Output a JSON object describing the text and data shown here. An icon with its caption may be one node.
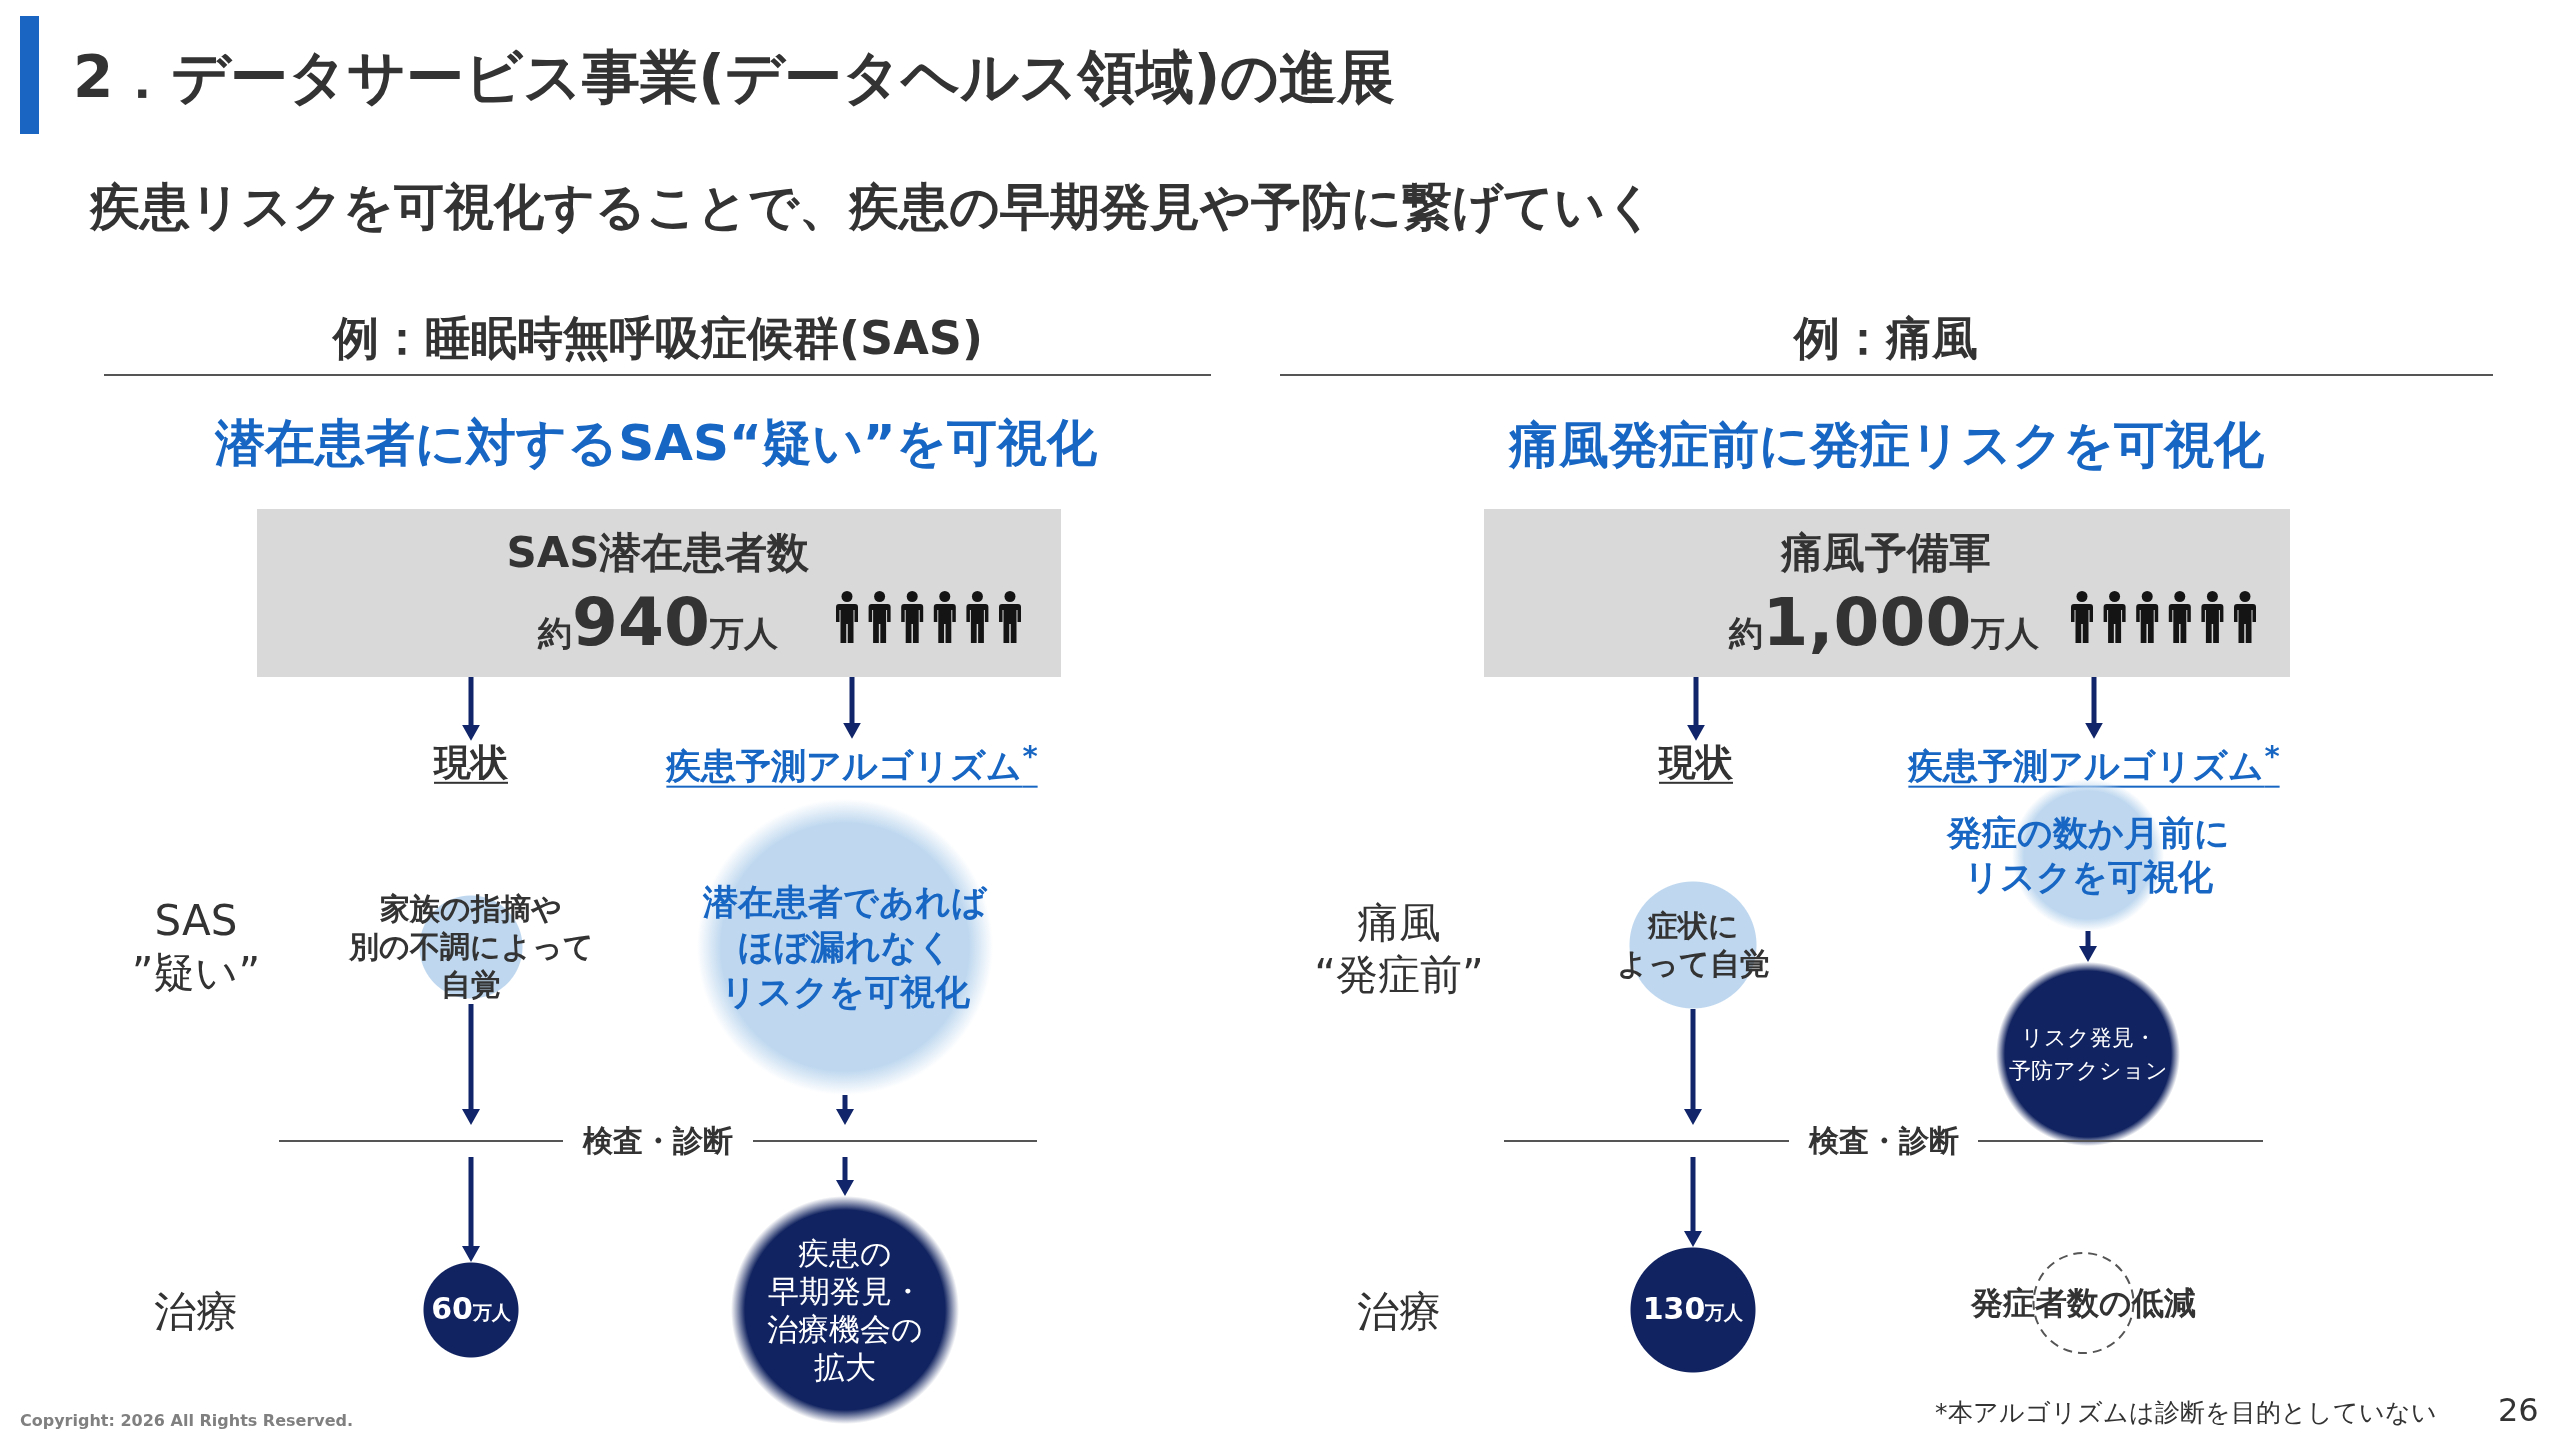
{
  "diagram": {
    "title": "2．データサービス事業(データヘルス領域)の進展",
    "nodes": [
      {
        "text": [
          "SAS潜在患者数",
          "約940万人"
        ]
      },
      {
        "text": [
          "現状"
        ]
      },
      {
        "text": [
          "疾患予測アルゴリズム$^{*}$"
        ]
      },
      {
        "text": [
          "家族の指摘や別の不調によって自覚"
        ]
      },
      {
        "text": [
          "潜在患者であればほぼ漏れなくリスクを可視化"
        ]
      },
      {
        "text": [
          "検査・診断"
        ]
      },
      {
        "text": [
          "60万人"
        ]
      },
      {
        "text": [
          "疾患の早期発見・治療機会の拡大"
        ]
      },
      {
        "text": [
          "痛風予備軍",
          "約1,000万人"
        ]
      },
      {
        "text": [
          "現状"
        ]
      },
      {
        "text": [
          "疾患予測アルゴリズム$^{*}$"
        ]
      },
      {
        "text": [
          "症状によって自覚"
        ]
      },
      {
        "text": [
          "発症の数か月前にリスクを可視化"
        ]
      },
      {
        "text": [
          "リスク発見・予防アクション"
        ]
      },
      {
        "text": [
          "検査・診断"
        ]
      },
      {
        "text": [
          "130万人"
        ]
      },
      {
        "text": [
          "発症者数の低減"
        ]
      }
    ],
    "edges": [
      {
        "from": 0,
        "to": 1,
        "arrow": "to"
      },
      {
        "from": 0,
        "to": 2,
        "arrow": "to"
      },
      {
        "from": 3,
        "to": 5,
        "arrow": "to"
      },
      {
        "from": 4,
        "to": 5,
        "arrow": "to"
      },
      {
        "from": 5,
        "to": 6,
        "arrow": "to"
      },
      {
        "from": 5,
        "to": 7,
        "arrow": "to"
      },
      {
        "from": 8,
        "to": 9,
        "arrow": "to"
      },
      {
        "from": 8,
        "to": 10,
        "arrow": "to"
      },
      {
        "from": 12,
        "to": 13,
        "arrow": "to"
      },
      {
        "from": 11,
        "to": 14,
        "arrow": "to"
      },
      {
        "from": 14,
        "to": 15,
        "arrow": "to"
      }
    ],
    "labels": [
      "疾患リスクを可視化することで、疾患の早期発見や予防に繋げていく",
      "例：睡眠時無呼吸症候群(SAS)",
      "例：痛風",
      "潜在患者に対するSAS“疑い”を可視化",
      "痛風発症前に発症リスクを可視化",
      "SAS ”疑い”",
      "痛風“発症前”",
      "治療",
      "治療",
      "Copyright: 2026 All Rights Reserved.",
      "*本アルゴリズムは診断を目的としていない",
      "26"
    ]
  }
}
